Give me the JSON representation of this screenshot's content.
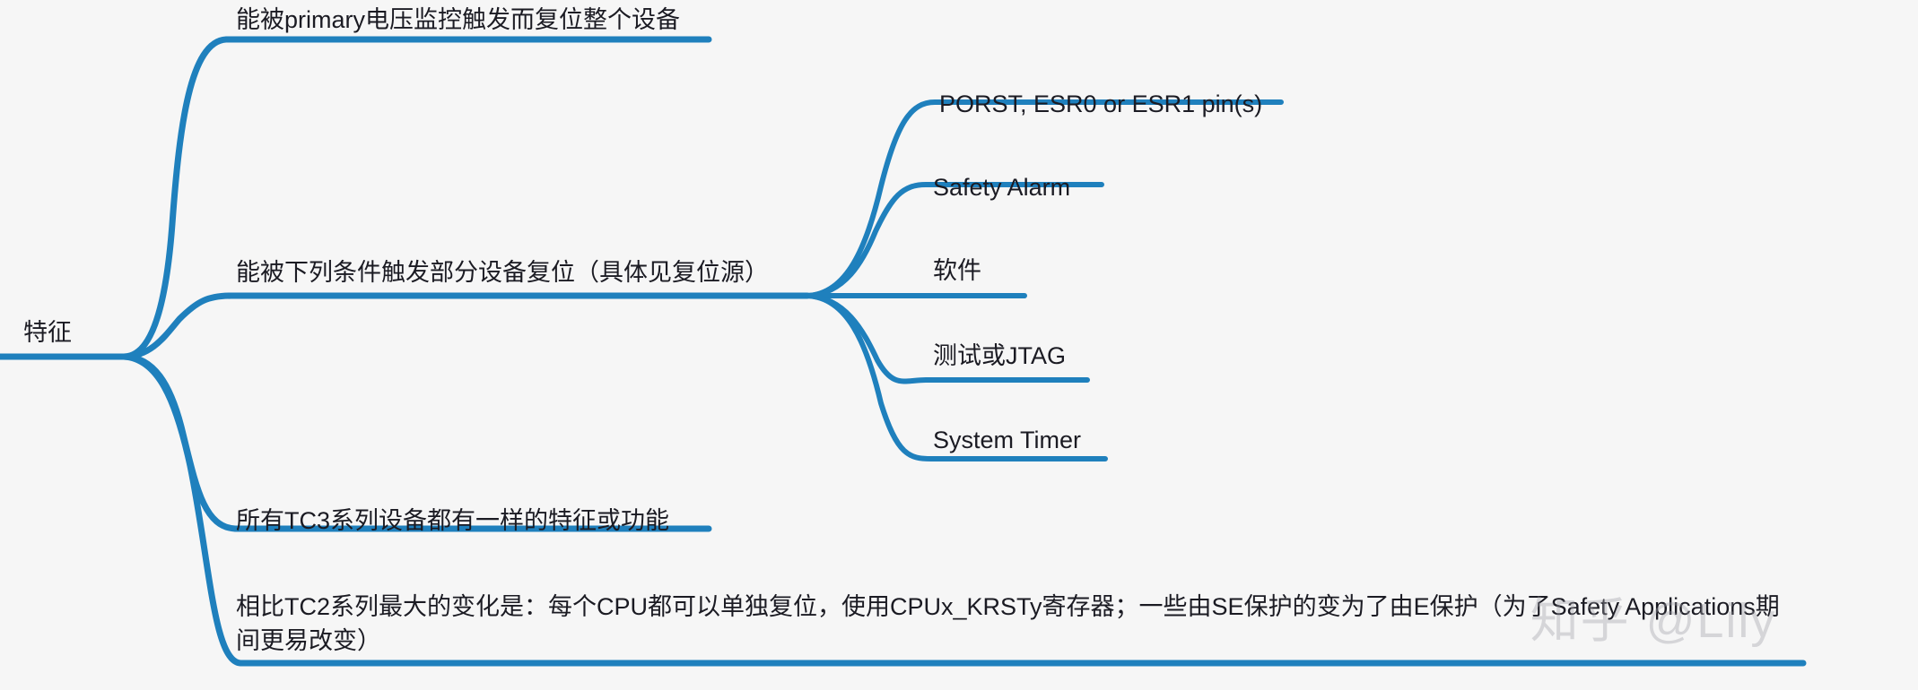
{
  "diagram": {
    "type": "mindmap",
    "background_color": "#f6f6f6",
    "branch_color": "#1f80bd",
    "text_color": "#1b1b23",
    "root": {
      "label": "特征"
    },
    "branches": [
      {
        "id": "b1",
        "label": "能被primary电压监控触发而复位整个设备",
        "children": []
      },
      {
        "id": "b2",
        "label": "能被下列条件触发部分设备复位（具体见复位源）",
        "children": [
          {
            "id": "s1",
            "label": "PORST, ESR0 or ESR1 pin(s)"
          },
          {
            "id": "s2",
            "label": "Safety Alarm"
          },
          {
            "id": "s3",
            "label": "软件"
          },
          {
            "id": "s4",
            "label": "测试或JTAG"
          },
          {
            "id": "s5",
            "label": "System Timer"
          }
        ]
      },
      {
        "id": "b3",
        "label": "所有TC3系列设备都有一样的特征或功能",
        "children": []
      },
      {
        "id": "b4",
        "label": "相比TC2系列最大的变化是：每个CPU都可以单独复位，使用CPUx_KRSTy寄存器；一些由SE保护的变为了由E保护（为了Safety Applications期间更易改变）",
        "children": []
      }
    ]
  },
  "watermark": {
    "text": "知乎 @Lily"
  }
}
